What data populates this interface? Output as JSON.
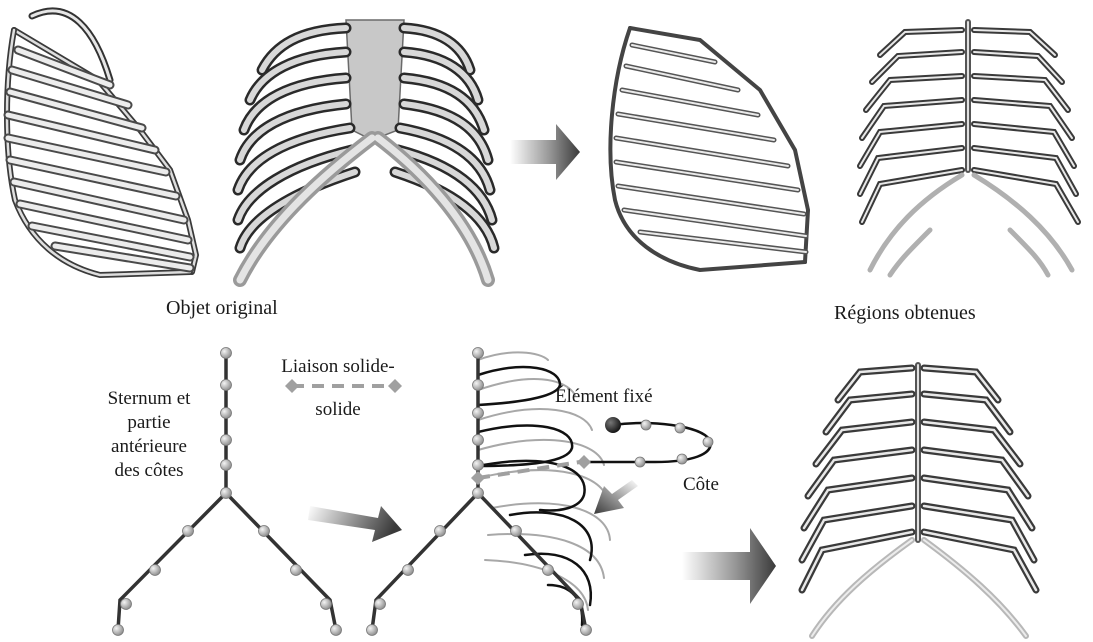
{
  "labels": {
    "original": "Objet original",
    "regions": "Régions obtenues",
    "liaison_line1": "Liaison solide-",
    "liaison_line2": "solide",
    "sternum_line1": "Sternum et",
    "sternum_line2": "partie",
    "sternum_line3": "antérieure",
    "sternum_line4": "des côtes",
    "fixed_element": "Élément fixé",
    "rib": "Côte"
  },
  "colors": {
    "bone_light": "#e6e6e6",
    "bone_dark": "#3a3a3a",
    "joint": "#aaaaaa",
    "link_dashed": "#a0a0a0",
    "arrow_dark": "#444444"
  }
}
